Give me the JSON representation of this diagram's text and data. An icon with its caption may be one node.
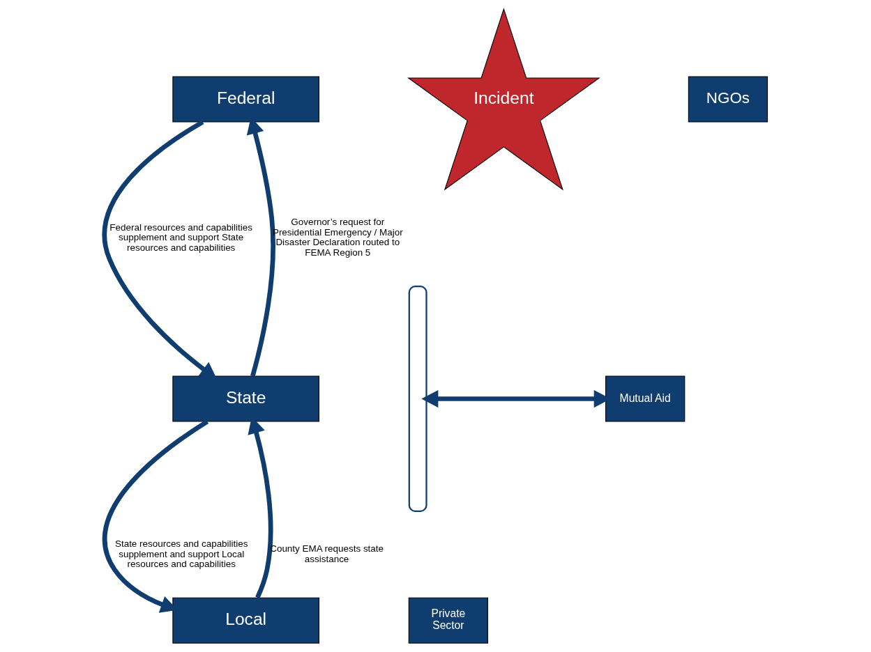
{
  "diagram": {
    "nodes": [
      {
        "text": [
          "Federal"
        ]
      },
      {
        "text": [
          "State"
        ]
      },
      {
        "text": [
          "Local"
        ]
      },
      {
        "text": [
          "Incident"
        ]
      },
      {
        "text": [
          "NGOs"
        ]
      },
      {
        "text": [
          "Mutual Aid"
        ]
      },
      {
        "text": [
          "Private Sector"
        ]
      },
      {
        "text": [],
        "shape": "brace"
      }
    ],
    "edges": [
      {
        "from": 0,
        "to": 1,
        "arrow": "to",
        "label": "Federal resources and capabilities supplement and support State resources and capabilities"
      },
      {
        "from": 1,
        "to": 0,
        "arrow": "to",
        "label": "Governor’s request for Presidential Emergency / Major Disaster Declaration routed to FEMA Region 5"
      },
      {
        "from": 1,
        "to": 2,
        "arrow": "to",
        "label": "State resources and capabilities supplement and support Local resources and capabilities"
      },
      {
        "from": 2,
        "to": 1,
        "arrow": "to",
        "label": "County EMA requests state assistance"
      },
      {
        "from": 7,
        "to": 5,
        "arrow": "both"
      }
    ]
  }
}
